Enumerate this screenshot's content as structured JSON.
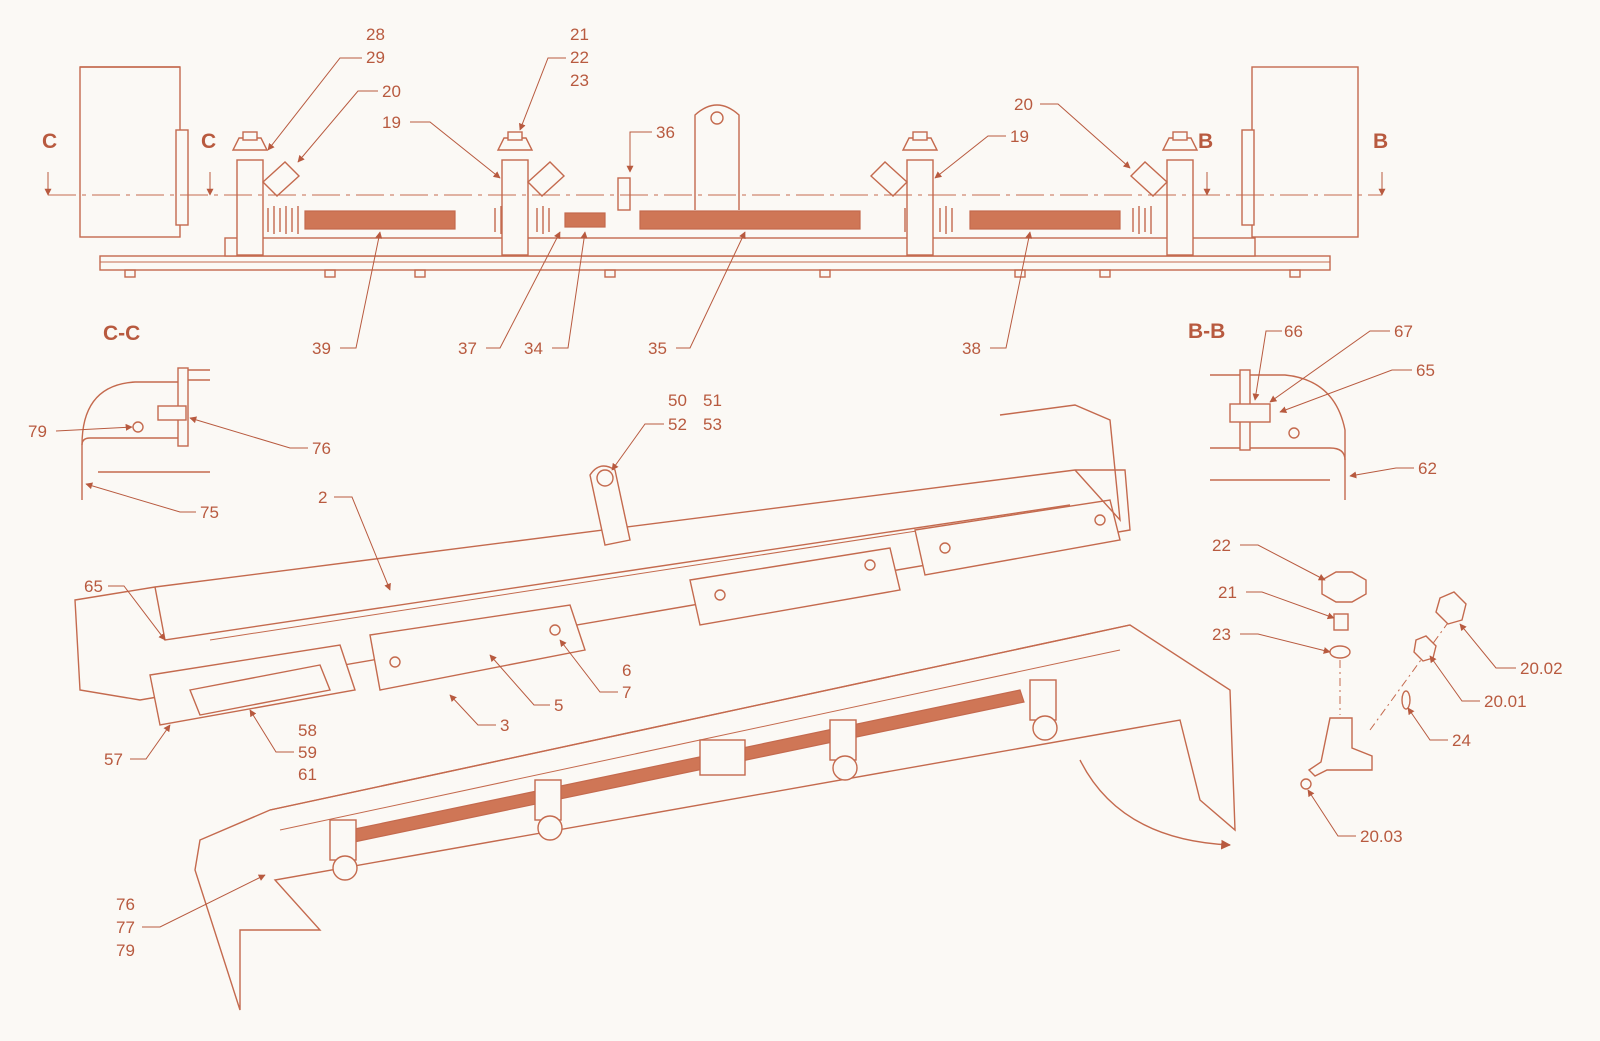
{
  "section_labels": {
    "top_left_a": "C",
    "top_left_b": "C",
    "top_right_a": "B",
    "top_right_b": "B",
    "cc": "C-C",
    "bb": "B-B"
  },
  "callouts": {
    "top": [
      [
        "28",
        "29"
      ],
      [
        "20"
      ],
      [
        "21",
        "22",
        "23"
      ],
      [
        "19"
      ],
      [
        "36"
      ],
      [
        "20"
      ],
      [
        "19"
      ],
      [
        "39"
      ],
      [
        "37"
      ],
      [
        "34"
      ],
      [
        "35"
      ],
      [
        "38"
      ]
    ],
    "cc": [
      "79",
      "76",
      "75"
    ],
    "bb": [
      "66",
      "67",
      "65",
      "62"
    ],
    "iso": [
      "50",
      "51",
      "52",
      "53",
      "2",
      "65",
      "6",
      "7",
      "5",
      "3",
      "58",
      "59",
      "61",
      "57",
      "76",
      "77",
      "79"
    ],
    "nozzle": [
      "22",
      "21",
      "23",
      "20.02",
      "20.01",
      "24",
      "20.03"
    ]
  },
  "colors": {
    "line": "#c46a4e",
    "pipe": "#cf7656",
    "background": "#fbf9f5"
  }
}
